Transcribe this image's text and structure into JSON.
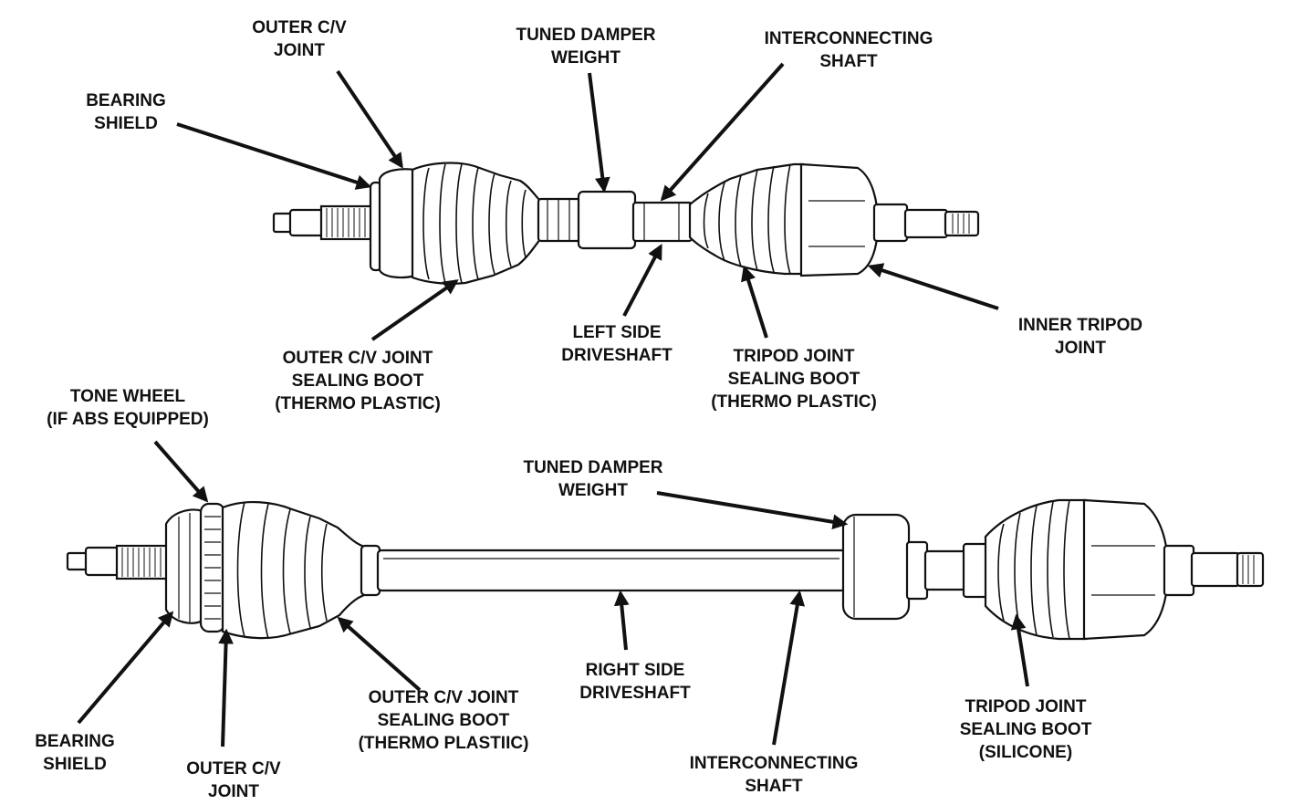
{
  "left_driveshaft": {
    "outer_cv_joint": [
      "OUTER C/V",
      "JOINT"
    ],
    "bearing_shield": [
      "BEARING",
      "SHIELD"
    ],
    "tuned_damper_weight": [
      "TUNED DAMPER",
      "WEIGHT"
    ],
    "interconnecting_shaft": [
      "INTERCONNECTING",
      "SHAFT"
    ],
    "outer_cv_boot": [
      "OUTER C/V JOINT",
      "SEALING BOOT",
      "(THERMO PLASTIC)"
    ],
    "driveshaft_name": [
      "LEFT SIDE",
      "DRIVESHAFT"
    ],
    "tripod_boot": [
      "TRIPOD JOINT",
      "SEALING BOOT",
      "(THERMO PLASTIC)"
    ],
    "inner_tripod_joint": [
      "INNER TRIPOD",
      "JOINT"
    ]
  },
  "right_driveshaft": {
    "tone_wheel": [
      "TONE WHEEL",
      "(IF ABS EQUIPPED)"
    ],
    "tuned_damper_weight": [
      "TUNED DAMPER",
      "WEIGHT"
    ],
    "bearing_shield": [
      "BEARING",
      "SHIELD"
    ],
    "outer_cv_joint": [
      "OUTER C/V",
      "JOINT"
    ],
    "outer_cv_boot": [
      "OUTER C/V JOINT",
      "SEALING BOOT",
      "(THERMO PLASTIIC)"
    ],
    "driveshaft_name": [
      "RIGHT SIDE",
      "DRIVESHAFT"
    ],
    "interconnecting_shaft": [
      "INTERCONNECTING",
      "SHAFT"
    ],
    "tripod_boot": [
      "TRIPOD JOINT",
      "SEALING BOOT",
      "(SILICONE)"
    ]
  }
}
